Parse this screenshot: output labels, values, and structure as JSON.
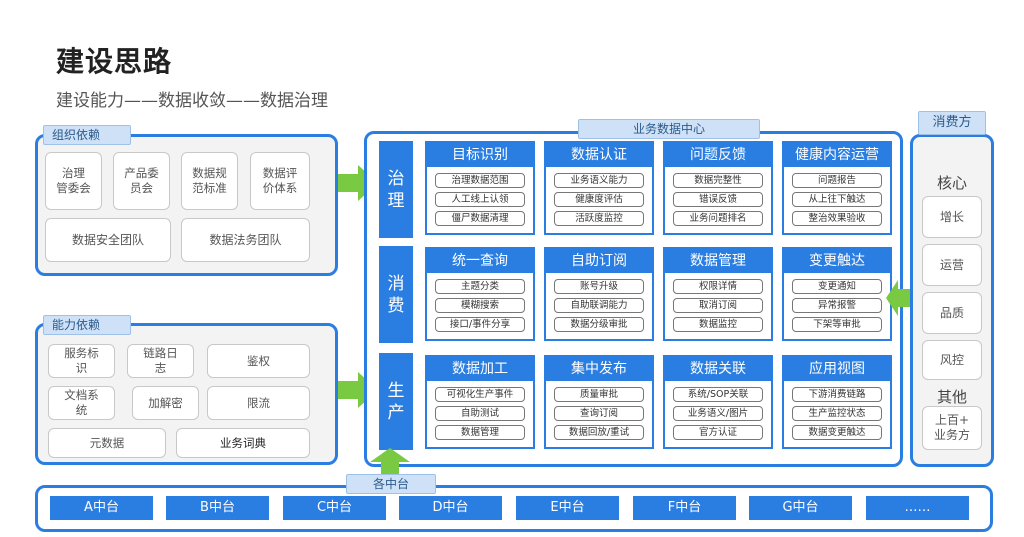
{
  "header": {
    "title": "建设思路",
    "subtitle": "建设能力——数据收敛——数据治理"
  },
  "org": {
    "label": "组织依赖",
    "boxes": [
      "治理\n管委会",
      "产品委\n员会",
      "数据规\n范标准",
      "数据评\n价体系"
    ],
    "teams": [
      "数据安全团队",
      "数据法务团队"
    ]
  },
  "capability": {
    "label": "能力依赖",
    "boxes": [
      "服务标\n识",
      "链路日\n志",
      "鉴权",
      "文档系\n统",
      "加解密",
      "限流",
      "元数据",
      "业务词典"
    ]
  },
  "center": {
    "label": "业务数据中心",
    "rows": [
      {
        "name": "治\n理",
        "cards": [
          {
            "title": "目标识别",
            "items": [
              "治理数据范围",
              "人工线上认领",
              "僵尸数据清理"
            ]
          },
          {
            "title": "数据认证",
            "items": [
              "业务语义能力",
              "健康度评估",
              "活跃度监控"
            ]
          },
          {
            "title": "问题反馈",
            "items": [
              "数据完整性",
              "错误反馈",
              "业务问题排名"
            ]
          },
          {
            "title": "健康内容运营",
            "items": [
              "问题报告",
              "从上往下触达",
              "整治效果验收"
            ]
          }
        ]
      },
      {
        "name": "消\n费",
        "cards": [
          {
            "title": "统一查询",
            "items": [
              "主题分类",
              "模糊搜索",
              "接口/事件分享"
            ]
          },
          {
            "title": "自助订阅",
            "items": [
              "账号升级",
              "自助联调能力",
              "数据分级审批"
            ]
          },
          {
            "title": "数据管理",
            "items": [
              "权限详情",
              "取消订阅",
              "数据监控"
            ]
          },
          {
            "title": "变更触达",
            "items": [
              "变更通知",
              "异常报警",
              "下架等审批"
            ]
          }
        ]
      },
      {
        "name": "生\n产",
        "cards": [
          {
            "title": "数据加工",
            "items": [
              "可视化生产事件",
              "自助测试",
              "数据管理"
            ]
          },
          {
            "title": "集中发布",
            "items": [
              "质量审批",
              "查询订阅",
              "数据回放/重试"
            ]
          },
          {
            "title": "数据关联",
            "items": [
              "系统/SOP关联",
              "业务语义/图片",
              "官方认证"
            ]
          },
          {
            "title": "应用视图",
            "items": [
              "下游消费链路",
              "生产监控状态",
              "数据变更触达"
            ]
          }
        ]
      }
    ]
  },
  "consumer": {
    "label": "消费方",
    "core_label": "核心",
    "core_items": [
      "增长",
      "运营",
      "品质",
      "风控"
    ],
    "other_label": "其他",
    "other_items": [
      "上百+\n业务方"
    ]
  },
  "platforms": {
    "label": "各中台",
    "items": [
      "A中台",
      "B中台",
      "C中台",
      "D中台",
      "E中台",
      "F中台",
      "G中台",
      "……"
    ]
  },
  "colors": {
    "primary": "#2a7de1",
    "arrow": "#7ac943",
    "tag_bg": "#cfe1f7",
    "panel_gray": "#f3f3f3"
  }
}
